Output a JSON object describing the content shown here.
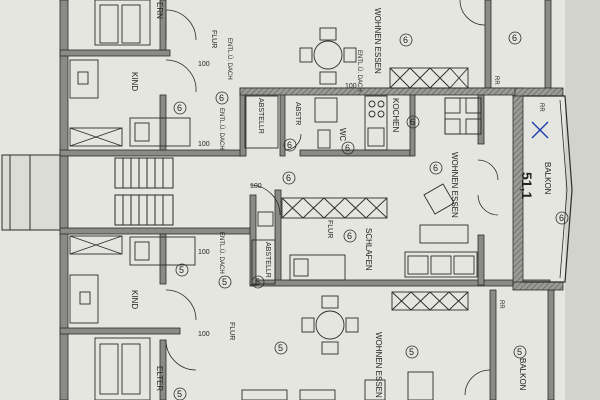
{
  "plan": {
    "colors": {
      "paper": "#e6e6e1",
      "wall": "#8a8a86",
      "line": "#2b2b2b",
      "pen_mark": "#1f3fb0"
    },
    "rooms": {
      "kind_top": "KIND",
      "kind_bottom": "KIND",
      "eltern_top": "ERN",
      "eltern_bottom": "ELTER",
      "wohnen_top": "WOHNEN ESSEN",
      "kochen": "KOCHEN",
      "wohnen_mid": "WOHNEN ESSEN",
      "schlafen": "SCHLAFEN",
      "flur_top": "FLUR",
      "flur_mid": "FLUR",
      "flur_bottom": "FLUR",
      "abstellr_top": "ABSTELLR",
      "abstellr_mid": "ABSTELLR",
      "wohnen_bottom": "WOHNEN ESSEN",
      "abstr": "ABSTR",
      "wc": "WC",
      "balkon_right": "BALKON",
      "balkon_bottom": "BALKON",
      "rr_top": "RR",
      "rr_mid": "RR",
      "rr_bottom": "RR"
    },
    "notes": {
      "entl_1": "ENTL.Ü. DACH",
      "entl_2": "ENTL.Ü. DACH",
      "entl_3": "ENTL.Ü. DACH",
      "entl_4": "ENTL.Ü. DACH",
      "h100_1": "100",
      "h100_2": "100",
      "h100_3": "100",
      "h100_4": "100",
      "h100_5": "100",
      "h100_6": "100"
    },
    "handwritten": {
      "area": "51,1"
    },
    "markers": {
      "m1": "6",
      "m2": "6",
      "m3": "6",
      "m4": "6",
      "m5": "6",
      "m6": "6",
      "m7": "6",
      "m8": "6",
      "m9": "6",
      "m10": "6",
      "m11": "6",
      "m12": "5",
      "m13": "5",
      "m14": "5",
      "m15": "5",
      "m16": "5",
      "m17": "5",
      "m18": "5"
    }
  }
}
